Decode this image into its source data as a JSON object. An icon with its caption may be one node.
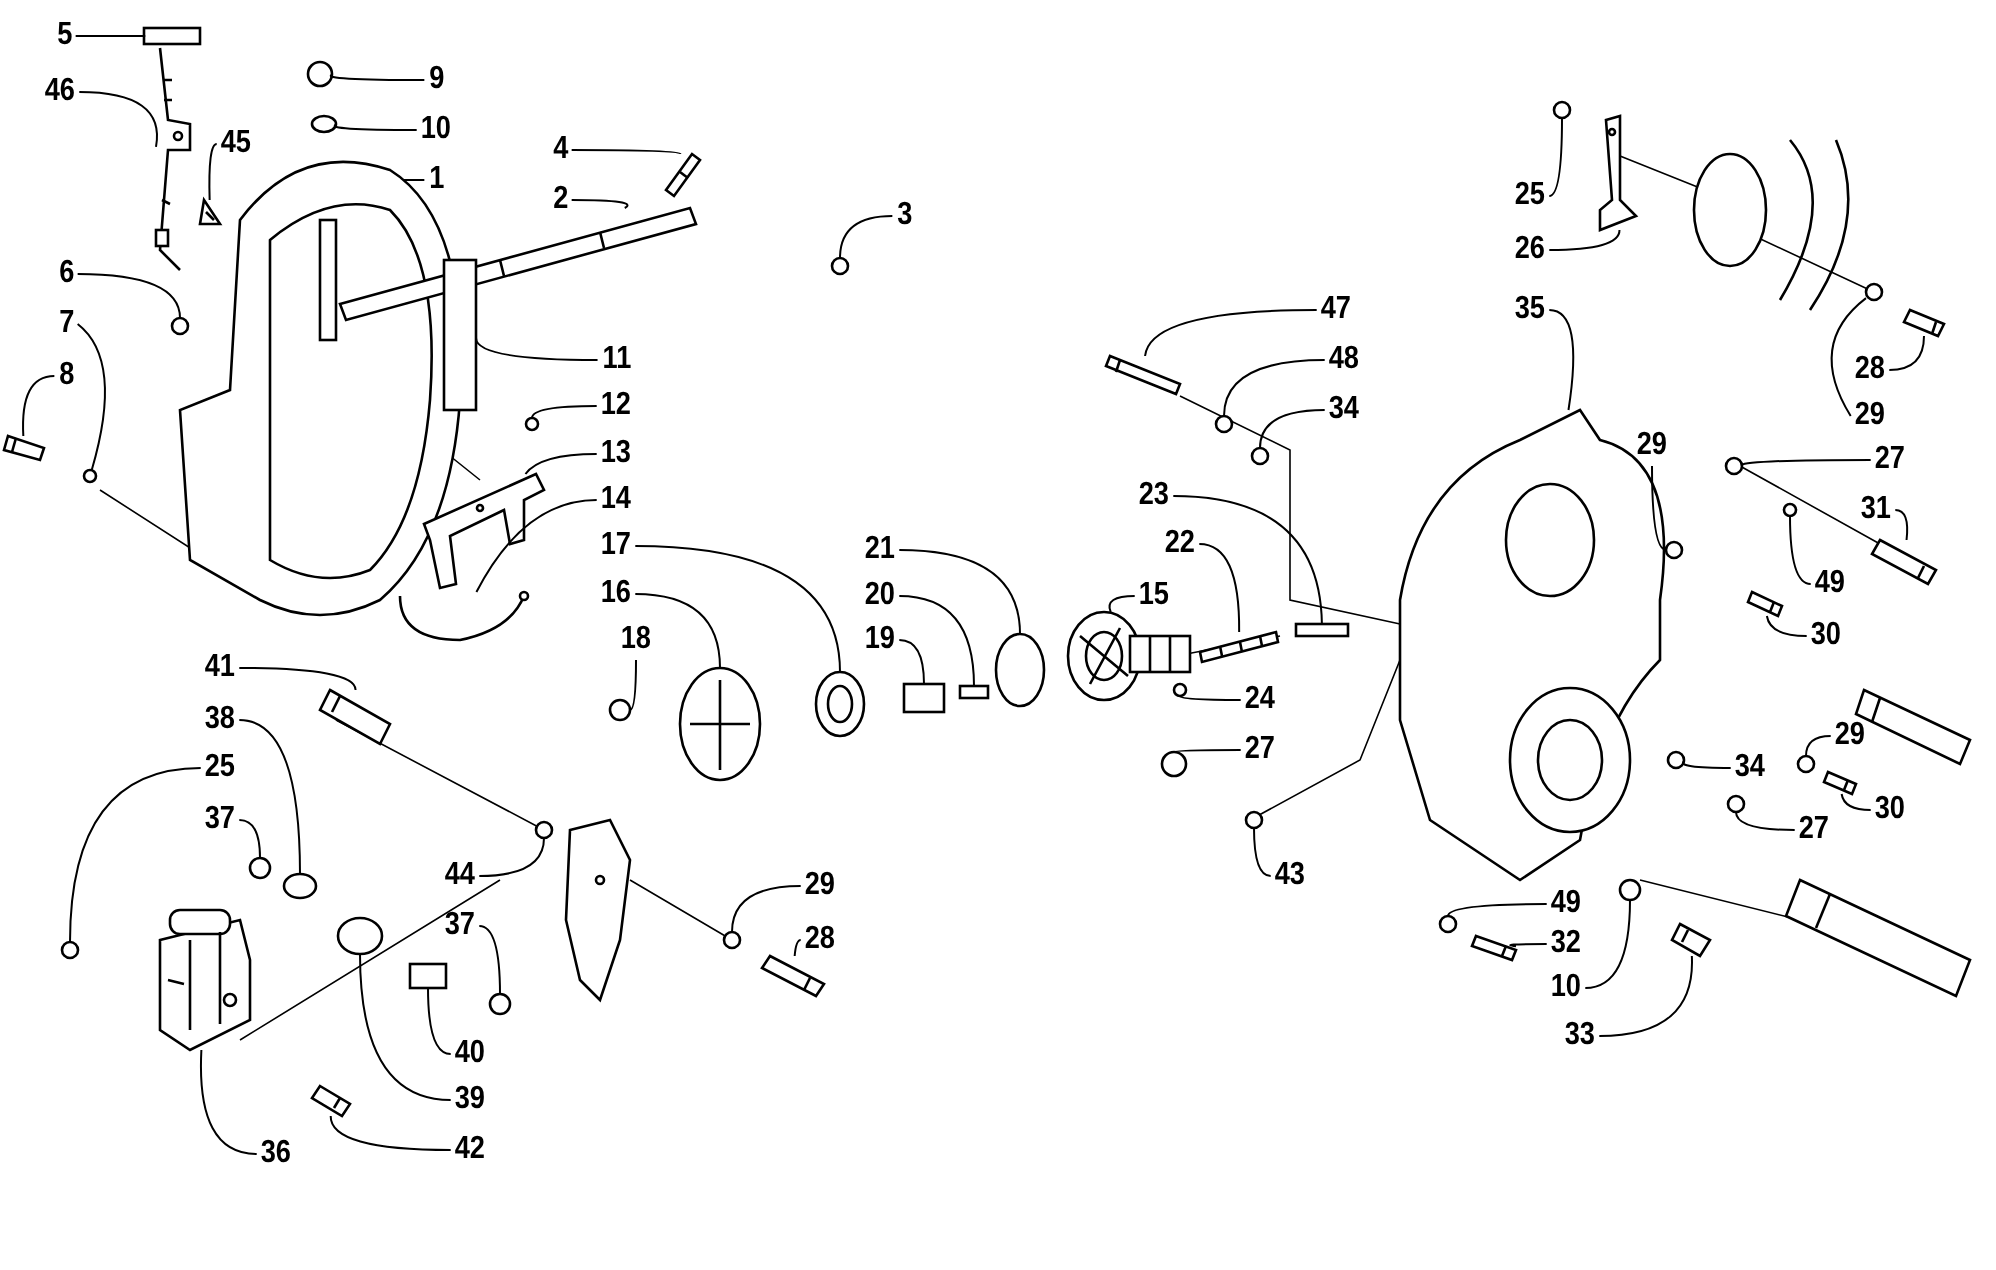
{
  "diagram": {
    "nodes": [
      {
        "text": [
          "5"
        ]
      },
      {
        "text": [
          "46"
        ]
      },
      {
        "text": [
          "45"
        ]
      },
      {
        "text": [
          "9"
        ]
      },
      {
        "text": [
          "10"
        ]
      },
      {
        "text": [
          "1"
        ]
      },
      {
        "text": [
          "4"
        ]
      },
      {
        "text": [
          "2"
        ]
      },
      {
        "text": [
          "3"
        ]
      },
      {
        "text": [
          "6"
        ]
      },
      {
        "text": [
          "7"
        ]
      },
      {
        "text": [
          "8"
        ]
      },
      {
        "text": [
          "11"
        ]
      },
      {
        "text": [
          "12"
        ]
      },
      {
        "text": [
          "13"
        ]
      },
      {
        "text": [
          "14"
        ]
      },
      {
        "text": [
          "17"
        ]
      },
      {
        "text": [
          "16"
        ]
      },
      {
        "text": [
          "18"
        ]
      },
      {
        "text": [
          "21"
        ]
      },
      {
        "text": [
          "20"
        ]
      },
      {
        "text": [
          "19"
        ]
      },
      {
        "text": [
          "15"
        ]
      },
      {
        "text": [
          "22"
        ]
      },
      {
        "text": [
          "23"
        ]
      },
      {
        "text": [
          "24"
        ]
      },
      {
        "text": [
          "27"
        ]
      },
      {
        "text": [
          "43"
        ]
      },
      {
        "text": [
          "47"
        ]
      },
      {
        "text": [
          "48"
        ]
      },
      {
        "text": [
          "34"
        ]
      },
      {
        "text": [
          "35"
        ]
      },
      {
        "text": [
          "25"
        ]
      },
      {
        "text": [
          "26"
        ]
      },
      {
        "text": [
          "28"
        ]
      },
      {
        "text": [
          "29"
        ]
      },
      {
        "text": [
          "29"
        ]
      },
      {
        "text": [
          "27"
        ]
      },
      {
        "text": [
          "31"
        ]
      },
      {
        "text": [
          "49"
        ]
      },
      {
        "text": [
          "30"
        ]
      },
      {
        "text": [
          "34"
        ]
      },
      {
        "text": [
          "29"
        ]
      },
      {
        "text": [
          "27"
        ]
      },
      {
        "text": [
          "30"
        ]
      },
      {
        "text": [
          "49"
        ]
      },
      {
        "text": [
          "32"
        ]
      },
      {
        "text": [
          "10"
        ]
      },
      {
        "text": [
          "33"
        ]
      },
      {
        "text": [
          "41"
        ]
      },
      {
        "text": [
          "38"
        ]
      },
      {
        "text": [
          "25"
        ]
      },
      {
        "text": [
          "37"
        ]
      },
      {
        "text": [
          "44"
        ]
      },
      {
        "text": [
          "29"
        ]
      },
      {
        "text": [
          "28"
        ]
      },
      {
        "text": [
          "37"
        ]
      },
      {
        "text": [
          "40"
        ]
      },
      {
        "text": [
          "39"
        ]
      },
      {
        "text": [
          "36"
        ]
      },
      {
        "text": [
          "42"
        ]
      },
      {
        "text": [],
        "shape": "box"
      },
      {
        "text": [],
        "shape": "picture"
      },
      {
        "text": [],
        "shape": "picture"
      },
      {
        "text": [],
        "shape": "circle"
      },
      {
        "text": [],
        "shape": "circle"
      },
      {
        "text": [],
        "shape": "picture"
      },
      {
        "text": [],
        "shape": "picture"
      },
      {
        "text": [],
        "shape": "picture"
      },
      {
        "text": [],
        "shape": "circle"
      },
      {
        "text": [],
        "shape": "circle"
      },
      {
        "text": [],
        "shape": "circle"
      },
      {
        "text": [],
        "shape": "picture"
      },
      {
        "text": [],
        "shape": "box"
      },
      {
        "text": [],
        "shape": "circle"
      },
      {
        "text": [],
        "shape": "picture"
      },
      {
        "text": [],
        "shape": "picture"
      },
      {
        "text": [],
        "shape": "picture"
      },
      {
        "text": [],
        "shape": "picture"
      },
      {
        "text": [],
        "shape": "circle"
      },
      {
        "text": [],
        "shape": "circle"
      },
      {
        "text": [],
        "shape": "box"
      },
      {
        "text": [],
        "shape": "box"
      },
      {
        "text": [],
        "shape": "picture"
      },
      {
        "text": [],
        "shape": "picture"
      },
      {
        "text": [],
        "shape": "box"
      },
      {
        "text": [],
        "shape": "circle"
      },
      {
        "text": [],
        "shape": "circle"
      },
      {
        "text": [],
        "shape": "circle"
      },
      {
        "text": [],
        "shape": "picture"
      },
      {
        "text": [],
        "shape": "circle"
      },
      {
        "text": [],
        "shape": "circle"
      },
      {
        "text": [],
        "shape": "picture"
      },
      {
        "text": [],
        "shape": "circle"
      },
      {
        "text": [],
        "shape": "picture"
      },
      {
        "text": [],
        "shape": "picture"
      },
      {
        "text": [],
        "shape": "circle"
      },
      {
        "text": [],
        "shape": "circle"
      },
      {
        "text": [],
        "shape": "circle"
      },
      {
        "text": [],
        "shape": "picture"
      },
      {
        "text": [],
        "shape": "circle"
      },
      {
        "text": [],
        "shape": "picture"
      },
      {
        "text": [],
        "shape": "circle"
      },
      {
        "text": [],
        "shape": "circle"
      },
      {
        "text": [],
        "shape": "circle"
      },
      {
        "text": [],
        "shape": "picture"
      },
      {
        "text": [],
        "shape": "circle"
      },
      {
        "text": [],
        "shape": "picture"
      },
      {
        "text": [],
        "shape": "circle"
      },
      {
        "text": [],
        "shape": "picture"
      },
      {
        "text": [],
        "shape": "picture"
      },
      {
        "text": [],
        "shape": "circle"
      },
      {
        "text": [],
        "shape": "circle"
      },
      {
        "text": [],
        "shape": "circle"
      },
      {
        "text": [],
        "shape": "circle"
      },
      {
        "text": [],
        "shape": "circle"
      },
      {
        "text": [],
        "shape": "picture"
      },
      {
        "text": [],
        "shape": "circle"
      },
      {
        "text": [],
        "shape": "box"
      },
      {
        "text": [],
        "shape": "circle"
      },
      {
        "text": [],
        "shape": "picture"
      },
      {
        "text": [],
        "shape": "picture"
      }
    ],
    "edges": [
      {
        "from": 0,
        "to": 61,
        "arrow": "none"
      },
      {
        "from": 1,
        "to": 62,
        "arrow": "none"
      },
      {
        "from": 2,
        "to": 63,
        "arrow": "none"
      },
      {
        "from": 3,
        "to": 64,
        "arrow": "none"
      },
      {
        "from": 4,
        "to": 65,
        "arrow": "none"
      },
      {
        "from": 5,
        "to": 66,
        "arrow": "none"
      },
      {
        "from": 6,
        "to": 67,
        "arrow": "none"
      },
      {
        "from": 7,
        "to": 68,
        "arrow": "none"
      },
      {
        "from": 8,
        "to": 69,
        "arrow": "none"
      },
      {
        "from": 9,
        "to": 70,
        "arrow": "none"
      },
      {
        "from": 10,
        "to": 71,
        "arrow": "none"
      },
      {
        "from": 11,
        "to": 72,
        "arrow": "none"
      },
      {
        "from": 12,
        "to": 73,
        "arrow": "none"
      },
      {
        "from": 13,
        "to": 74,
        "arrow": "none"
      },
      {
        "from": 14,
        "to": 75,
        "arrow": "none"
      },
      {
        "from": 15,
        "to": 76,
        "arrow": "none"
      },
      {
        "from": 16,
        "to": 77,
        "arrow": "none"
      },
      {
        "from": 17,
        "to": 78,
        "arrow": "none"
      },
      {
        "from": 18,
        "to": 79,
        "arrow": "none"
      },
      {
        "from": 19,
        "to": 80,
        "arrow": "none"
      },
      {
        "from": 20,
        "to": 81,
        "arrow": "none"
      },
      {
        "from": 21,
        "to": 82,
        "arrow": "none"
      },
      {
        "from": 22,
        "to": 83,
        "arrow": "none"
      },
      {
        "from": 23,
        "to": 84,
        "arrow": "none"
      },
      {
        "from": 24,
        "to": 85,
        "arrow": "none"
      },
      {
        "from": 25,
        "to": 86,
        "arrow": "none"
      },
      {
        "from": 26,
        "to": 87,
        "arrow": "none"
      },
      {
        "from": 27,
        "to": 88,
        "arrow": "none"
      },
      {
        "from": 28,
        "to": 89,
        "arrow": "none"
      },
      {
        "from": 29,
        "to": 90,
        "arrow": "none"
      },
      {
        "from": 30,
        "to": 91,
        "arrow": "none"
      },
      {
        "from": 31,
        "to": 92,
        "arrow": "none"
      },
      {
        "from": 32,
        "to": 93,
        "arrow": "none"
      },
      {
        "from": 33,
        "to": 94,
        "arrow": "none"
      },
      {
        "from": 34,
        "to": 95,
        "arrow": "none"
      },
      {
        "from": 35,
        "to": 96,
        "arrow": "none"
      },
      {
        "from": 36,
        "to": 97,
        "arrow": "none"
      },
      {
        "from": 37,
        "to": 98,
        "arrow": "none"
      },
      {
        "from": 38,
        "to": 99,
        "arrow": "none"
      },
      {
        "from": 39,
        "to": 100,
        "arrow": "none"
      },
      {
        "from": 40,
        "to": 101,
        "arrow": "none"
      },
      {
        "from": 41,
        "to": 102,
        "arrow": "none"
      },
      {
        "from": 42,
        "to": 103,
        "arrow": "none"
      },
      {
        "from": 43,
        "to": 104,
        "arrow": "none"
      },
      {
        "from": 44,
        "to": 105,
        "arrow": "none"
      },
      {
        "from": 45,
        "to": 106,
        "arrow": "none"
      },
      {
        "from": 46,
        "to": 107,
        "arrow": "none"
      },
      {
        "from": 47,
        "to": 108,
        "arrow": "none"
      },
      {
        "from": 48,
        "to": 109,
        "arrow": "none"
      },
      {
        "from": 49,
        "to": 110,
        "arrow": "none"
      },
      {
        "from": 50,
        "to": 111,
        "arrow": "none"
      },
      {
        "from": 51,
        "to": 112,
        "arrow": "none"
      },
      {
        "from": 52,
        "to": 113,
        "arrow": "none"
      },
      {
        "from": 53,
        "to": 114,
        "arrow": "none"
      },
      {
        "from": 54,
        "to": 115,
        "arrow": "none"
      },
      {
        "from": 55,
        "to": 116,
        "arrow": "none"
      },
      {
        "from": 56,
        "to": 117,
        "arrow": "none"
      },
      {
        "from": 57,
        "to": 118,
        "arrow": "none"
      },
      {
        "from": 58,
        "to": 119,
        "arrow": "none"
      },
      {
        "from": 59,
        "to": 120,
        "arrow": "none"
      },
      {
        "from": 60,
        "to": 121,
        "arrow": "none"
      }
    ]
  }
}
